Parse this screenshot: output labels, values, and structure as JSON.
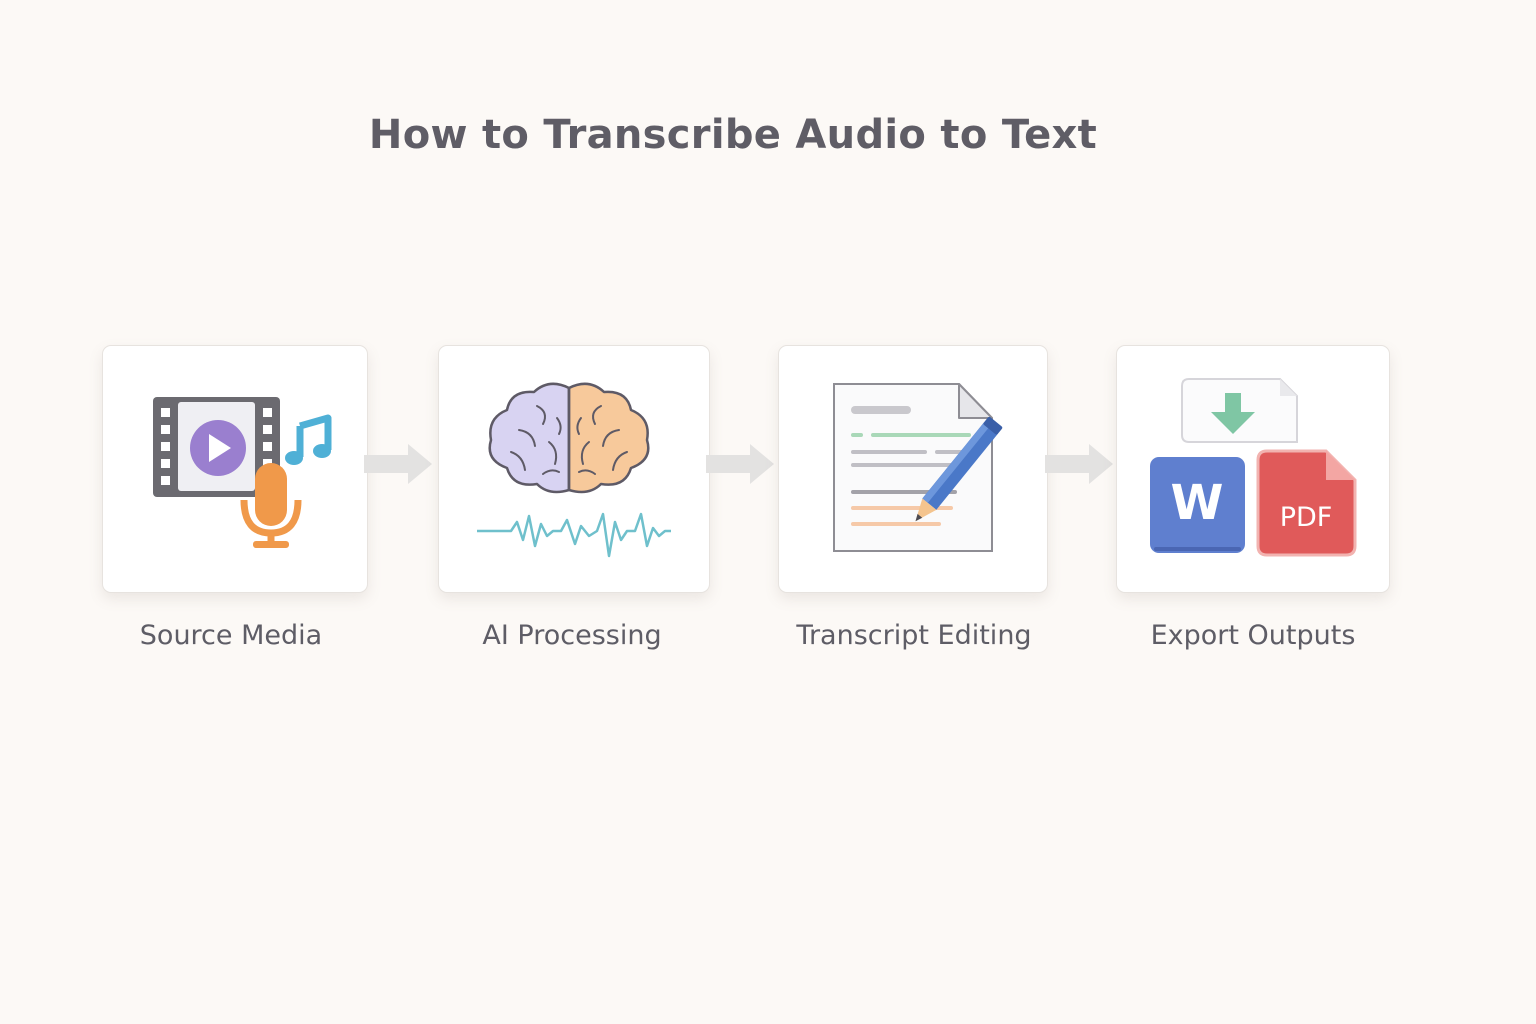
{
  "title": "How to Transcribe Audio to Text",
  "steps": [
    {
      "label": "Source Media",
      "icons": [
        "film-icon",
        "play-icon",
        "music-note-icon",
        "microphone-icon"
      ]
    },
    {
      "label": "AI Processing",
      "icons": [
        "brain-icon",
        "waveform-icon"
      ]
    },
    {
      "label": "Transcript Editing",
      "icons": [
        "document-icon",
        "pencil-icon"
      ]
    },
    {
      "label": "Export Outputs",
      "icons": [
        "download-icon",
        "word-icon",
        "pdf-icon"
      ],
      "word_letter": "W",
      "pdf_text": "PDF"
    }
  ],
  "colors": {
    "background": "#fcf9f6",
    "title": "#5f5d66",
    "play": "#9a7fcf",
    "music": "#4fb0d6",
    "mic": "#f0994a",
    "brain_left": "#d8d3f2",
    "brain_right": "#f7c99b",
    "wave": "#6fc0cc",
    "pencil": "#4a78c8",
    "download": "#7fc6a4",
    "word": "#5f7fcf",
    "pdf": "#e05a5a"
  }
}
